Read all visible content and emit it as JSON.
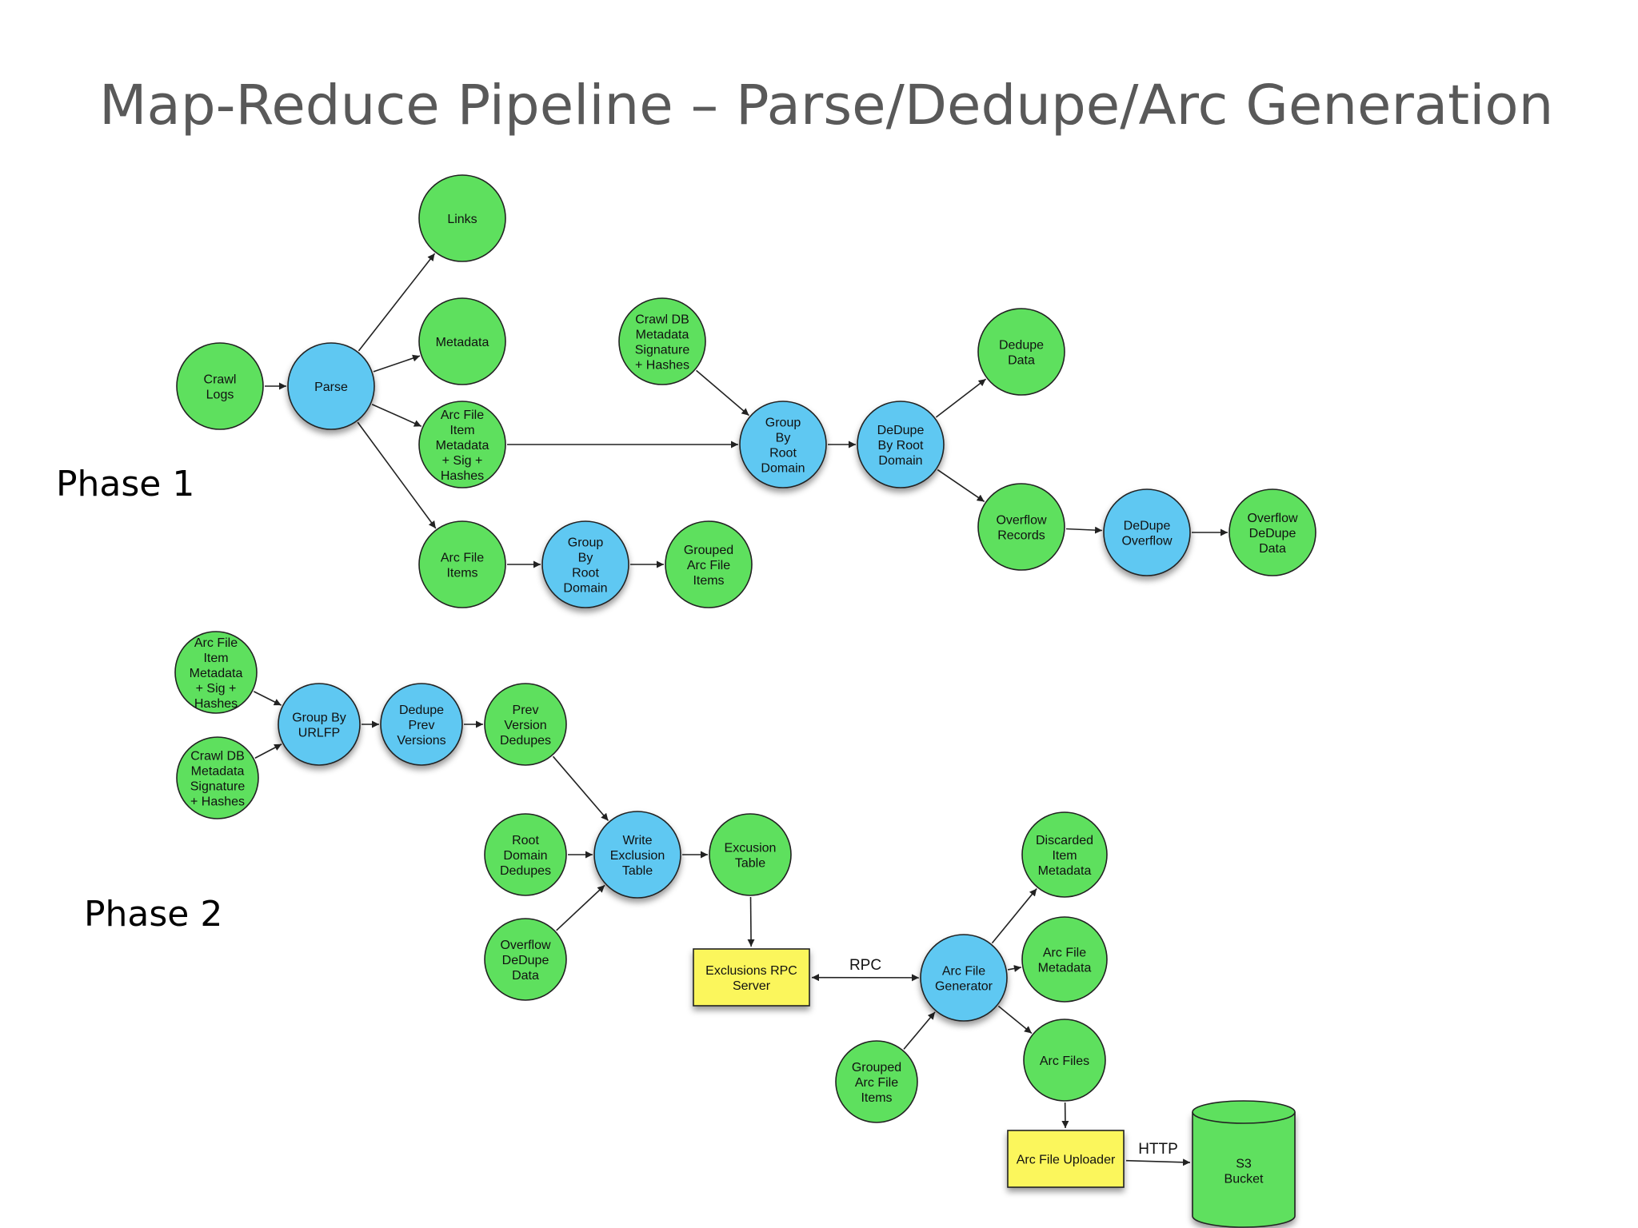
{
  "title": "Map-Reduce Pipeline – Parse/Dedupe/Arc Generation",
  "phases": {
    "phase1": "Phase 1",
    "phase2": "Phase 2"
  },
  "colors": {
    "output": "#5ee05e",
    "process": "#5ec8f2",
    "service": "#fbf65c",
    "storage": "#5ee05e",
    "stroke": "#222222"
  },
  "nodes": [
    {
      "id": "crawl-logs",
      "kind": "output",
      "lines": [
        "Crawl",
        "Logs"
      ]
    },
    {
      "id": "parse",
      "kind": "process",
      "lines": [
        "Parse"
      ]
    },
    {
      "id": "links",
      "kind": "output",
      "lines": [
        "Links"
      ]
    },
    {
      "id": "metadata",
      "kind": "output",
      "lines": [
        "Metadata"
      ]
    },
    {
      "id": "arc-item-meta-1",
      "kind": "output",
      "lines": [
        "Arc File",
        "Item",
        "Metadata",
        "+ Sig +",
        "Hashes"
      ]
    },
    {
      "id": "arc-file-items",
      "kind": "output",
      "lines": [
        "Arc File",
        "Items"
      ]
    },
    {
      "id": "group-root-1",
      "kind": "process",
      "lines": [
        "Group",
        "By",
        "Root",
        "Domain"
      ]
    },
    {
      "id": "grouped-arc-items-1",
      "kind": "output",
      "lines": [
        "Grouped",
        "Arc File",
        "Items"
      ]
    },
    {
      "id": "crawldb-1",
      "kind": "output",
      "lines": [
        "Crawl DB",
        "Metadata",
        "Signature",
        "+ Hashes"
      ]
    },
    {
      "id": "group-root-2",
      "kind": "process",
      "lines": [
        "Group",
        "By",
        "Root",
        "Domain"
      ]
    },
    {
      "id": "dedupe-root",
      "kind": "process",
      "lines": [
        "DeDupe",
        "By Root",
        "Domain"
      ]
    },
    {
      "id": "dedupe-data",
      "kind": "output",
      "lines": [
        "Dedupe",
        "Data"
      ]
    },
    {
      "id": "overflow-records",
      "kind": "output",
      "lines": [
        "Overflow",
        "Records"
      ]
    },
    {
      "id": "dedupe-overflow",
      "kind": "process",
      "lines": [
        "DeDupe",
        "Overflow"
      ]
    },
    {
      "id": "overflow-dedupe-data-1",
      "kind": "output",
      "lines": [
        "Overflow",
        "DeDupe",
        "Data"
      ]
    },
    {
      "id": "arc-item-meta-2",
      "kind": "output",
      "lines": [
        "Arc File",
        "Item",
        "Metadata",
        "+ Sig +",
        "Hashes"
      ]
    },
    {
      "id": "crawldb-2",
      "kind": "output",
      "lines": [
        "Crawl DB",
        "Metadata",
        "Signature",
        "+ Hashes"
      ]
    },
    {
      "id": "group-urlfp",
      "kind": "process",
      "lines": [
        "Group By",
        "URLFP"
      ]
    },
    {
      "id": "dedupe-prev",
      "kind": "process",
      "lines": [
        "Dedupe",
        "Prev",
        "Versions"
      ]
    },
    {
      "id": "prev-version-dedupes",
      "kind": "output",
      "lines": [
        "Prev",
        "Version",
        "Dedupes"
      ]
    },
    {
      "id": "root-domain-dedupes",
      "kind": "output",
      "lines": [
        "Root",
        "Domain",
        "Dedupes"
      ]
    },
    {
      "id": "overflow-dedupe-data-2",
      "kind": "output",
      "lines": [
        "Overflow",
        "DeDupe",
        "Data"
      ]
    },
    {
      "id": "write-exclusion",
      "kind": "process",
      "lines": [
        "Write",
        "Exclusion",
        "Table"
      ]
    },
    {
      "id": "excusion-table",
      "kind": "output",
      "lines": [
        "Excusion",
        "Table"
      ]
    },
    {
      "id": "exclusions-rpc",
      "kind": "service",
      "lines": [
        "Exclusions RPC",
        "Server"
      ]
    },
    {
      "id": "arc-generator",
      "kind": "process",
      "lines": [
        "Arc File",
        "Generator"
      ]
    },
    {
      "id": "discarded-meta",
      "kind": "output",
      "lines": [
        "Discarded",
        "Item",
        "Metadata"
      ]
    },
    {
      "id": "arc-file-meta",
      "kind": "output",
      "lines": [
        "Arc File",
        "Metadata"
      ]
    },
    {
      "id": "arc-files",
      "kind": "output",
      "lines": [
        "Arc Files"
      ]
    },
    {
      "id": "grouped-arc-items-2",
      "kind": "output",
      "lines": [
        "Grouped",
        "Arc File",
        "Items"
      ]
    },
    {
      "id": "arc-uploader",
      "kind": "service",
      "lines": [
        "Arc File Uploader"
      ]
    },
    {
      "id": "s3-bucket",
      "kind": "storage",
      "lines": [
        "S3",
        "Bucket"
      ]
    }
  ],
  "edges": [
    {
      "from": "crawl-logs",
      "to": "parse"
    },
    {
      "from": "parse",
      "to": "links"
    },
    {
      "from": "parse",
      "to": "metadata"
    },
    {
      "from": "parse",
      "to": "arc-item-meta-1"
    },
    {
      "from": "parse",
      "to": "arc-file-items"
    },
    {
      "from": "arc-file-items",
      "to": "group-root-1"
    },
    {
      "from": "group-root-1",
      "to": "grouped-arc-items-1"
    },
    {
      "from": "arc-item-meta-1",
      "to": "group-root-2"
    },
    {
      "from": "crawldb-1",
      "to": "group-root-2"
    },
    {
      "from": "group-root-2",
      "to": "dedupe-root"
    },
    {
      "from": "dedupe-root",
      "to": "dedupe-data"
    },
    {
      "from": "dedupe-root",
      "to": "overflow-records"
    },
    {
      "from": "overflow-records",
      "to": "dedupe-overflow"
    },
    {
      "from": "dedupe-overflow",
      "to": "overflow-dedupe-data-1"
    },
    {
      "from": "arc-item-meta-2",
      "to": "group-urlfp"
    },
    {
      "from": "crawldb-2",
      "to": "group-urlfp"
    },
    {
      "from": "group-urlfp",
      "to": "dedupe-prev"
    },
    {
      "from": "dedupe-prev",
      "to": "prev-version-dedupes"
    },
    {
      "from": "prev-version-dedupes",
      "to": "write-exclusion"
    },
    {
      "from": "root-domain-dedupes",
      "to": "write-exclusion"
    },
    {
      "from": "overflow-dedupe-data-2",
      "to": "write-exclusion"
    },
    {
      "from": "write-exclusion",
      "to": "excusion-table"
    },
    {
      "from": "excusion-table",
      "to": "exclusions-rpc"
    },
    {
      "from": "exclusions-rpc",
      "to": "arc-generator",
      "label": "RPC",
      "bidirectional": true
    },
    {
      "from": "grouped-arc-items-2",
      "to": "arc-generator"
    },
    {
      "from": "arc-generator",
      "to": "discarded-meta"
    },
    {
      "from": "arc-generator",
      "to": "arc-file-meta"
    },
    {
      "from": "arc-generator",
      "to": "arc-files"
    },
    {
      "from": "arc-files",
      "to": "arc-uploader"
    },
    {
      "from": "arc-uploader",
      "to": "s3-bucket",
      "label": "HTTP"
    }
  ]
}
